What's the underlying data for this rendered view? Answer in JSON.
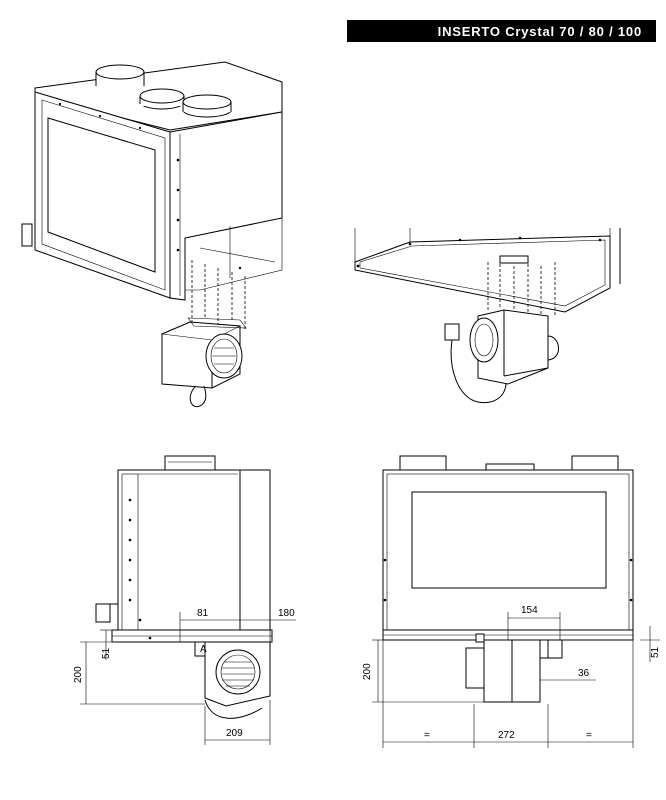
{
  "title": "INSERTO Crystal 70 / 80 / 100",
  "dimensions": {
    "side_view": {
      "d81": "81",
      "d180": "180",
      "d51": "51",
      "d200": "200",
      "d209": "209",
      "marker_a": "A"
    },
    "front_view": {
      "d154": "154",
      "d36": "36",
      "d51": "51",
      "d200": "200",
      "d272": "272",
      "eq_left": "=",
      "eq_right": "="
    }
  }
}
